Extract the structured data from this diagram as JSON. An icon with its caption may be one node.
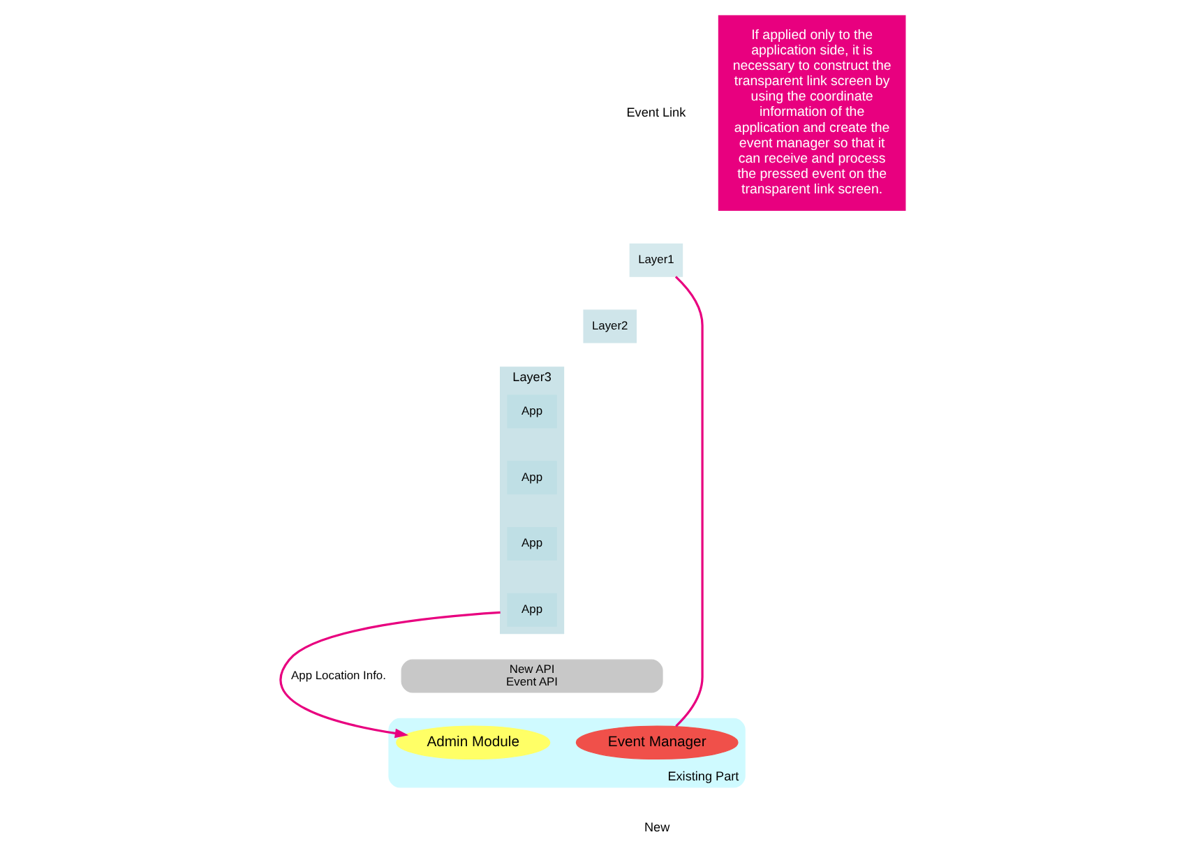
{
  "diagram": {
    "nodes": [
      {
        "text": [
          "Layer1"
        ]
      },
      {
        "text": [
          "Layer2"
        ]
      },
      {
        "text": [
          "Layer3"
        ]
      },
      {
        "text": [
          "App"
        ],
        "in": 2
      },
      {
        "text": [
          "App"
        ],
        "in": 2
      },
      {
        "text": [
          "App"
        ],
        "in": 2
      },
      {
        "text": [
          "App"
        ],
        "in": 2
      },
      {
        "text": [
          "New API",
          "Event API"
        ]
      },
      {
        "text": [
          "Existing Part"
        ]
      },
      {
        "text": [
          "Event Manager"
        ],
        "in": 8
      },
      {
        "text": [
          "Admin Module"
        ],
        "in": 8
      },
      {
        "text": [
          "If applied only to the application side, it is necessary to construct the transparent link screen by using the coordinate information of the application and create the event manager so that it can receive and process the pressed event on the transparent link screen."
        ]
      }
    ],
    "edges": [
      {
        "from": 0,
        "to": 9,
        "arrow": "none",
        "color": "#e8007f"
      },
      {
        "from": 2,
        "to": 10,
        "arrow": "to",
        "label": "App Location Info.",
        "color": "#e8007f"
      }
    ],
    "labels": [
      "Event Link",
      "New"
    ]
  }
}
